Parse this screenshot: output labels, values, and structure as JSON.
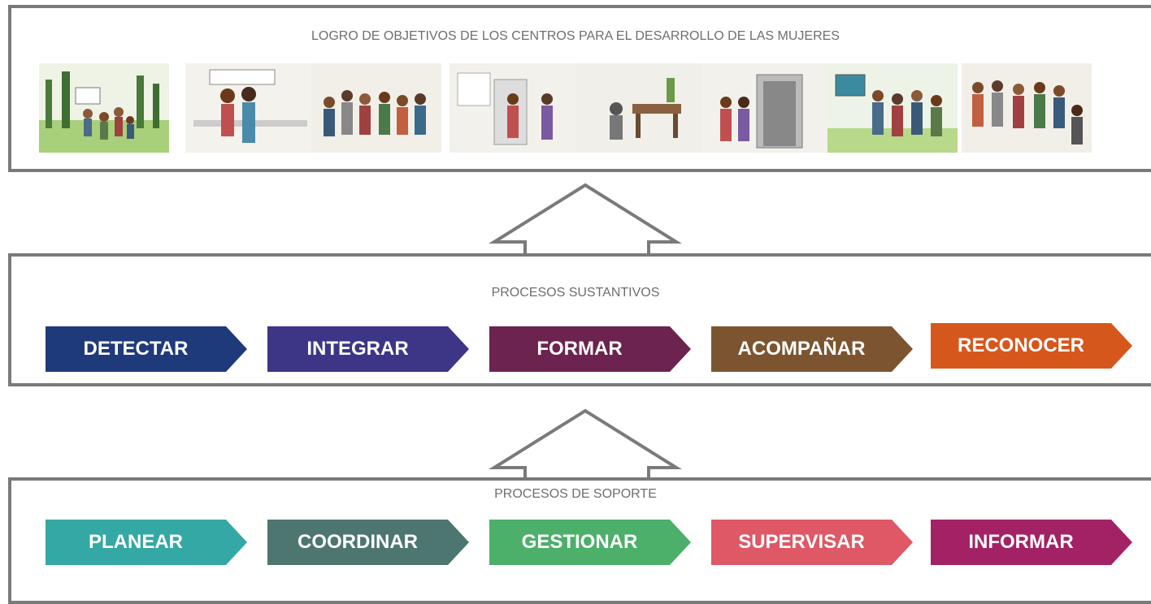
{
  "top_panel": {
    "title": "LOGRO DE OBJETIVOS DE LOS CENTROS PARA EL DESARROLLO DE LAS MUJERES",
    "illustrations": [
      {
        "icon": "people-in-park-illustration"
      },
      {
        "icon": "women-at-sign-illustration"
      },
      {
        "icon": "group-gathering-illustration"
      },
      {
        "icon": "women-handshake-illustration"
      },
      {
        "icon": "desk-office-illustration"
      },
      {
        "icon": "women-at-door-illustration"
      },
      {
        "icon": "group-at-board-illustration"
      },
      {
        "icon": "group-talking-illustration"
      }
    ]
  },
  "sustantivos": {
    "title": "PROCESOS SUSTANTIVOS",
    "steps": [
      {
        "label": "DETECTAR",
        "color": "#1f3a7a"
      },
      {
        "label": "INTEGRAR",
        "color": "#3d3585"
      },
      {
        "label": "FORMAR",
        "color": "#6c2350"
      },
      {
        "label": "ACOMPAÑAR",
        "color": "#7c5530"
      },
      {
        "label": "RECONOCER",
        "color": "#d6571c"
      }
    ]
  },
  "soporte": {
    "title": "PROCESOS DE SOPORTE",
    "steps": [
      {
        "label": "PLANEAR",
        "color": "#34a8a4"
      },
      {
        "label": "COORDINAR",
        "color": "#4e7670"
      },
      {
        "label": "GESTIONAR",
        "color": "#4caf6a"
      },
      {
        "label": "SUPERVISAR",
        "color": "#de5866"
      },
      {
        "label": "INFORMAR",
        "color": "#a32266"
      }
    ]
  },
  "colors": {
    "border": "#7a7a7a",
    "title_text": "#6e6e6e"
  }
}
